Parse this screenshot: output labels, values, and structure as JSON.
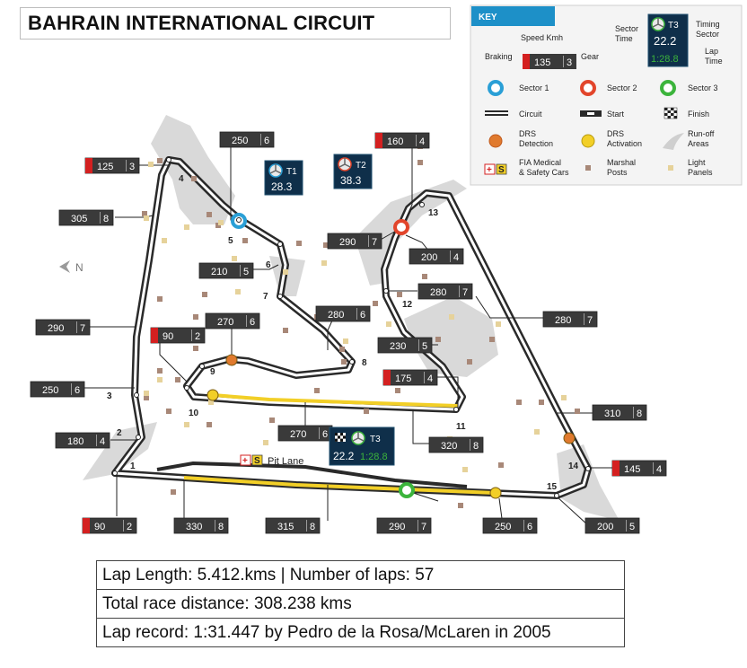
{
  "title": "BAHRAIN INTERNATIONAL CIRCUIT",
  "north_label": "N",
  "pit_lane_label": "Pit Lane",
  "corners": [
    "1",
    "2",
    "3",
    "4",
    "5",
    "6",
    "7",
    "8",
    "9",
    "10",
    "11",
    "12",
    "13",
    "14",
    "15"
  ],
  "speed_boxes": {
    "t1_in": {
      "speed": "125",
      "gear": "3",
      "braking": true
    },
    "t4_top": {
      "speed": "250",
      "gear": "6",
      "braking": false
    },
    "t4_left": {
      "speed": "305",
      "gear": "8",
      "braking": false
    },
    "t6": {
      "speed": "210",
      "gear": "5",
      "braking": false
    },
    "left_mid": {
      "speed": "290",
      "gear": "7",
      "braking": false
    },
    "t9_brake": {
      "speed": "90",
      "gear": "2",
      "braking": true
    },
    "t9_top": {
      "speed": "270",
      "gear": "6",
      "braking": false
    },
    "t8": {
      "speed": "280",
      "gear": "6",
      "braking": false
    },
    "t3_left": {
      "speed": "250",
      "gear": "6",
      "braking": false
    },
    "t2_left": {
      "speed": "180",
      "gear": "4",
      "braking": false
    },
    "t1_bottom": {
      "speed": "90",
      "gear": "2",
      "braking": true
    },
    "straight_1": {
      "speed": "330",
      "gear": "8",
      "braking": false
    },
    "straight_2": {
      "speed": "315",
      "gear": "8",
      "braking": false
    },
    "straight_3": {
      "speed": "290",
      "gear": "7",
      "braking": false
    },
    "straight_4": {
      "speed": "250",
      "gear": "6",
      "braking": false
    },
    "t15": {
      "speed": "200",
      "gear": "5",
      "braking": false
    },
    "t13_top": {
      "speed": "160",
      "gear": "4",
      "braking": true
    },
    "t13_left": {
      "speed": "290",
      "gear": "7",
      "braking": false
    },
    "t13_b": {
      "speed": "200",
      "gear": "4",
      "braking": false
    },
    "t12": {
      "speed": "280",
      "gear": "7",
      "braking": false
    },
    "right_straight": {
      "speed": "280",
      "gear": "7",
      "braking": false
    },
    "t11_in": {
      "speed": "230",
      "gear": "5",
      "braking": false
    },
    "t11_brake": {
      "speed": "175",
      "gear": "4",
      "braking": true
    },
    "t10_straight": {
      "speed": "270",
      "gear": "6",
      "braking": false
    },
    "t11_exit": {
      "speed": "320",
      "gear": "8",
      "braking": false
    },
    "t14_top": {
      "speed": "310",
      "gear": "8",
      "braking": false
    },
    "t14_brake": {
      "speed": "145",
      "gear": "4",
      "braking": true
    }
  },
  "sectors": {
    "t1": {
      "label": "T1",
      "time": "28.3"
    },
    "t2": {
      "label": "T2",
      "time": "38.3"
    },
    "t3": {
      "label": "T3",
      "time": "22.2",
      "lap": "1:28.8"
    }
  },
  "key": {
    "header": "KEY",
    "speed_kmh": "Speed Kmh",
    "braking": "Braking",
    "gear": "Gear",
    "sample": {
      "speed": "135",
      "gear": "3"
    },
    "sector_time": "Sector Time",
    "timing_sector": "Timing Sector",
    "lap_time": "Lap Time",
    "sample_t3": {
      "label": "T3",
      "time": "22.2",
      "lap": "1:28.8"
    },
    "sector1": "Sector 1",
    "sector2": "Sector 2",
    "sector3": "Sector 3",
    "circuit": "Circuit",
    "start": "Start",
    "finish": "Finish",
    "drs_detection": "DRS Detection",
    "drs_activation": "DRS Activation",
    "runoff": "Run-off Areas",
    "fia_medical": "FIA Medical & Safety Cars",
    "marshal_posts": "Marshal Posts",
    "light_panels": "Light Panels"
  },
  "colors": {
    "sector1": "#2a9fd6",
    "sector2": "#e2452b",
    "sector3": "#3cb43c",
    "drs_detection": "#e07a2e",
    "drs_activation": "#f2cf27",
    "braking": "#d42020",
    "box": "#3a3a3a",
    "sector_box": "#0f2f4a",
    "marshal": "#a88878",
    "light_panel": "#e6d29a",
    "runoff": "#d8d8d8"
  },
  "info": {
    "line1": "Lap Length: 5.412.kms | Number of laps: 57",
    "line2": "Total race distance: 308.238 kms",
    "line3": "Lap record: 1:31.447 by Pedro de la Rosa/McLaren in 2005"
  }
}
